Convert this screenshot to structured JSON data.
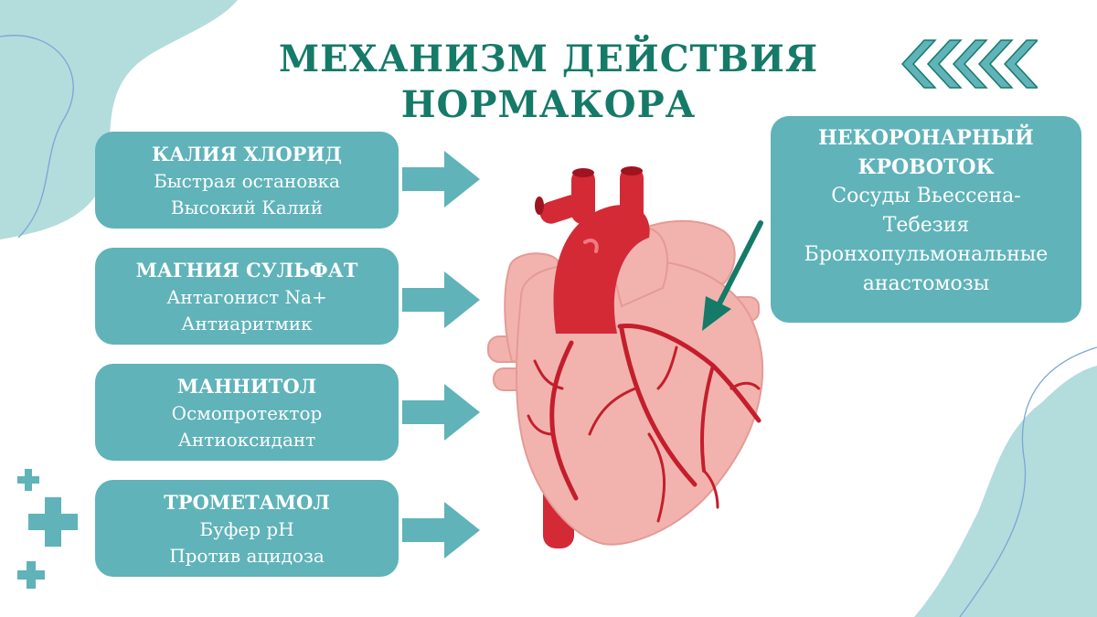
{
  "title": {
    "line1": "МЕХАНИЗМ ДЕЙСТВИЯ",
    "line2": "НОРМАКОРА"
  },
  "components": [
    {
      "name": "КАЛИЯ ХЛОРИД",
      "lines": [
        "Быстрая остановка",
        "Высокий Калий"
      ]
    },
    {
      "name": "МАГНИЯ СУЛЬФАТ",
      "lines": [
        "Антагонист Na+",
        "Антиаритмик"
      ]
    },
    {
      "name": "МАННИТОЛ",
      "lines": [
        "Осмопротектор",
        "Антиоксидант"
      ]
    },
    {
      "name": "ТРОМЕТАМОЛ",
      "lines": [
        "Буфер pH",
        "Против ацидоза"
      ]
    }
  ],
  "noncoronary": {
    "name_line1": "НЕКОРОНАРНЫЙ",
    "name_line2": "КРОВОТОК",
    "lines": [
      "Сосуды Вьессена-",
      "Тебезия",
      "Бронхопульмональные",
      "анастомозы"
    ]
  },
  "colors": {
    "title": "#157a68",
    "card": "#5fb3b9",
    "arrow": "#5fb3b9",
    "pointer_arrow": "#157a68",
    "heart": "#f2b3ae",
    "aorta": "#d42a35"
  },
  "icons": [
    "heart-illustration",
    "plus-cross-icon",
    "chevron-arrows-icon"
  ]
}
